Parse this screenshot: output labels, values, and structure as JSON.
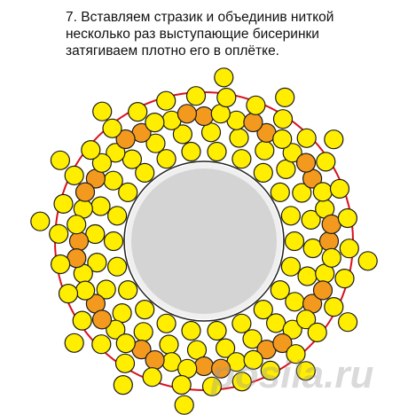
{
  "instruction": {
    "lines": [
      "7. Вставляем стразик и объединив ниткой",
      "несколько раз выступающие бисеринки",
      "затягиваем плотно его в оплётке."
    ]
  },
  "watermark": "posila.ru",
  "colors": {
    "yellow_bead": "#ffee00",
    "orange_bead": "#f39a1e",
    "bead_outline": "#1a1a1a",
    "thread": "#d8101c",
    "inner_thread": "#222222",
    "rhinestone": "#d4d4d4",
    "rhinestone_rim": "#efefef"
  },
  "beadwork": {
    "rings": [
      {
        "name": "inner-yellow",
        "count": 22,
        "pattern": [
          "yellow"
        ]
      },
      {
        "name": "second-yellow",
        "count": 24,
        "pattern": [
          "yellow"
        ]
      },
      {
        "name": "orange-yellow-a",
        "count": 24,
        "pattern": [
          "orange",
          "yellow"
        ]
      },
      {
        "name": "orange-yellow-b",
        "count": 24,
        "pattern": [
          "yellow",
          "orange"
        ]
      },
      {
        "name": "outer-yellow",
        "count": 30,
        "pattern": [
          "yellow"
        ]
      },
      {
        "name": "protruding",
        "count": 16,
        "pattern": [
          "yellow"
        ]
      }
    ]
  }
}
